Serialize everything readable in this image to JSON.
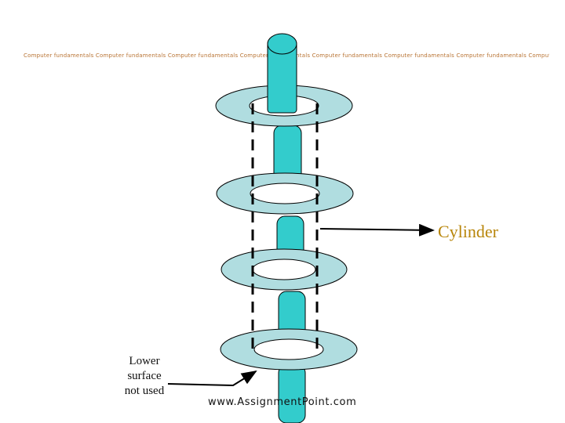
{
  "header": {
    "repeated_caption": "Computer fundamentals Computer fundamentals Computer fundamentals Computer fundamentals Computer fundamentals Computer fundamentals Computer fundamentals Computer fundamentals"
  },
  "labels": {
    "cylinder": "Cylinder",
    "lower_surface": "Lower\nsurface\nnot used"
  },
  "footer": {
    "watermark": "www.AssignmentPoint.com"
  },
  "colors": {
    "platter": "#b0dde0",
    "spindle": "#33cccc",
    "outline": "#000000",
    "cylinder_text": "#b8860b",
    "caption_text": "#b87333"
  }
}
